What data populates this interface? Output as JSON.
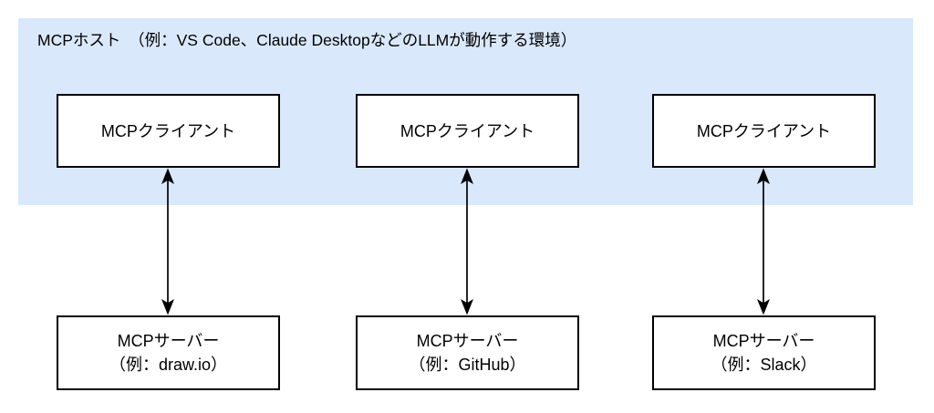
{
  "diagram": {
    "host": {
      "label": "MCPホスト　（例：VS Code、Claude DesktopなどのLLMが動作する環境）"
    },
    "clients": [
      {
        "label": "MCPクライアント"
      },
      {
        "label": "MCPクライアント"
      },
      {
        "label": "MCPクライアント"
      }
    ],
    "servers": [
      {
        "name": "MCPサーバー",
        "example": "（例：draw.io）"
      },
      {
        "name": "MCPサーバー",
        "example": "（例：GitHub）"
      },
      {
        "name": "MCPサーバー",
        "example": "（例：Slack）"
      }
    ],
    "connections": [
      {
        "from": "MCPクライアント",
        "to": "MCPサーバー（例：draw.io）",
        "type": "bidirectional"
      },
      {
        "from": "MCPクライアント",
        "to": "MCPサーバー（例：GitHub）",
        "type": "bidirectional"
      },
      {
        "from": "MCPクライアント",
        "to": "MCPサーバー（例：Slack）",
        "type": "bidirectional"
      }
    ]
  },
  "colors": {
    "host_fill": "#dae8fc",
    "box_fill": "#ffffff",
    "line": "#000000",
    "text": "#000000",
    "canvas": "#ffffff"
  }
}
